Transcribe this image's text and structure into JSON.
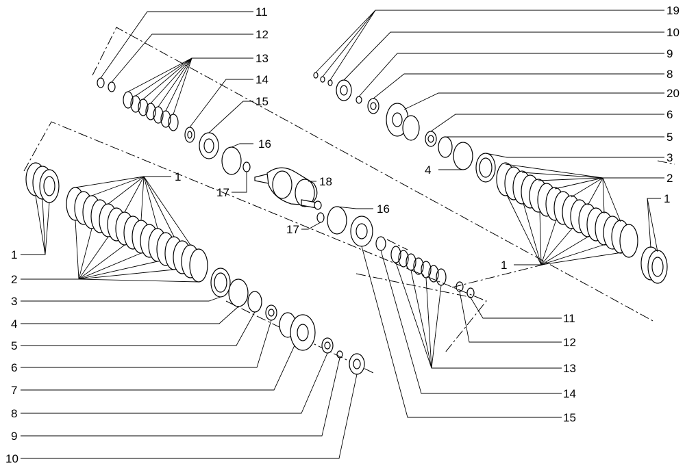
{
  "diagram": {
    "callouts_right_group": [
      "19",
      "10",
      "9",
      "8",
      "20",
      "6",
      "5",
      "4",
      "3",
      "2",
      "1"
    ],
    "callouts_left_group": [
      "11",
      "12",
      "13",
      "14",
      "15",
      "16",
      "17",
      "18",
      "16",
      "17",
      "1",
      "2",
      "3",
      "4",
      "5",
      "6",
      "7",
      "8",
      "9",
      "10"
    ],
    "callouts_lower_group": [
      "1",
      "11",
      "12",
      "13",
      "14",
      "15"
    ]
  }
}
